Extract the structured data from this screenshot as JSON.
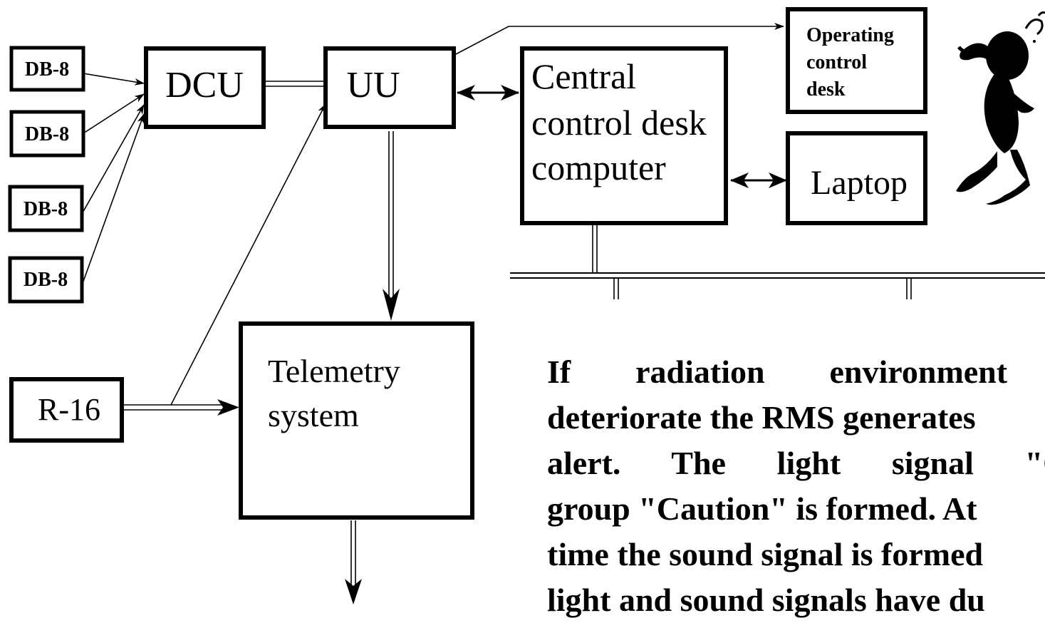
{
  "nodes": {
    "db8_1": "DB-8",
    "db8_2": "DB-8",
    "db8_3": "DB-8",
    "db8_4": "DB-8",
    "dcu": "DCU",
    "uu": "UU",
    "r16": "R-16",
    "telemetry": [
      "Telemetry",
      "system"
    ],
    "central": [
      "Central",
      "control desk",
      "computer"
    ],
    "operating": [
      "Operating",
      "control",
      "desk"
    ],
    "laptop": "Laptop"
  },
  "caption": {
    "line1": "If radiation environment o",
    "line2": "deteriorate the RMS generates",
    "line3": "alert. The light signal \"Otl",
    "line4": "group \"Caution\" is formed. At",
    "line5": "time the sound signal is formed",
    "line6": "light and sound signals have du"
  },
  "figure": {
    "icon": "confused-person-scratching-head"
  }
}
